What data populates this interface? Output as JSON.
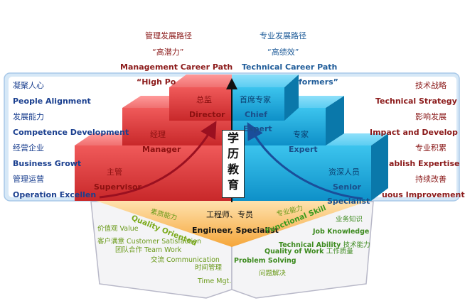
{
  "top": {
    "mgmt_cn": "管理发展路径",
    "mgmt_quote": "“高潜力”",
    "mgmt_en": "Management Career Path",
    "mgmt_hp": "“High Po",
    "tech_cn": "专业发展路径",
    "tech_quote": "“高绩效”",
    "tech_en": "Technical Career Path",
    "tech_hp": "formers”"
  },
  "left_list": [
    {
      "cn": "凝聚人心",
      "en": "People Alignment"
    },
    {
      "cn": "发展能力",
      "en": "Competence Development"
    },
    {
      "cn": "经营企业",
      "en": "Business Growt"
    },
    {
      "cn": "管理运营",
      "en": "Operation Excellen"
    }
  ],
  "right_list": [
    {
      "cn": "技术战略",
      "en": "Technical Strategy"
    },
    {
      "cn": "影响发展",
      "en": "Impact and Develop"
    },
    {
      "cn": "专业积累",
      "en": "ablish Expertise"
    },
    {
      "cn": "持续改善",
      "en": "uous Improvement"
    }
  ],
  "left_steps": [
    {
      "cn": "总监",
      "en": "Director"
    },
    {
      "cn": "经理",
      "en": "Manager"
    },
    {
      "cn": "主管",
      "en": "Supervisor"
    }
  ],
  "right_steps": [
    {
      "cn": "首席专家",
      "en": "Chief",
      "en2": "Expert"
    },
    {
      "cn": "专家",
      "en": "Expert"
    },
    {
      "cn": "资深人员",
      "en": "Senior",
      "en2": "Specialist"
    }
  ],
  "education": [
    "学",
    "历",
    "教",
    "育"
  ],
  "base": {
    "cn": "工程师、专员",
    "en": "Engineer, Specialist"
  },
  "quality": {
    "cn": "素质能力",
    "en": "Quality Oriented",
    "items": [
      {
        "cn": "价值观",
        "en": "Value"
      },
      {
        "cn": "客户满意",
        "en": "Customer Satisfaction"
      },
      {
        "cn": "团队合作",
        "en": "Team Work"
      },
      {
        "cn": "交流",
        "en": "Communication"
      },
      {
        "cn": "时间管理",
        "en": "Time Mgt."
      }
    ]
  },
  "functional": {
    "cn": "专业能力",
    "en": "Functional Skill",
    "items": [
      {
        "cn": "业务知识",
        "en": "Job Knowledge"
      },
      {
        "cn": "技术能力",
        "en": "Technical Ability"
      },
      {
        "cn": "工作质量",
        "en": "Quality of Work"
      },
      {
        "cn": "问题解决",
        "en": "Problem Solving"
      }
    ]
  }
}
